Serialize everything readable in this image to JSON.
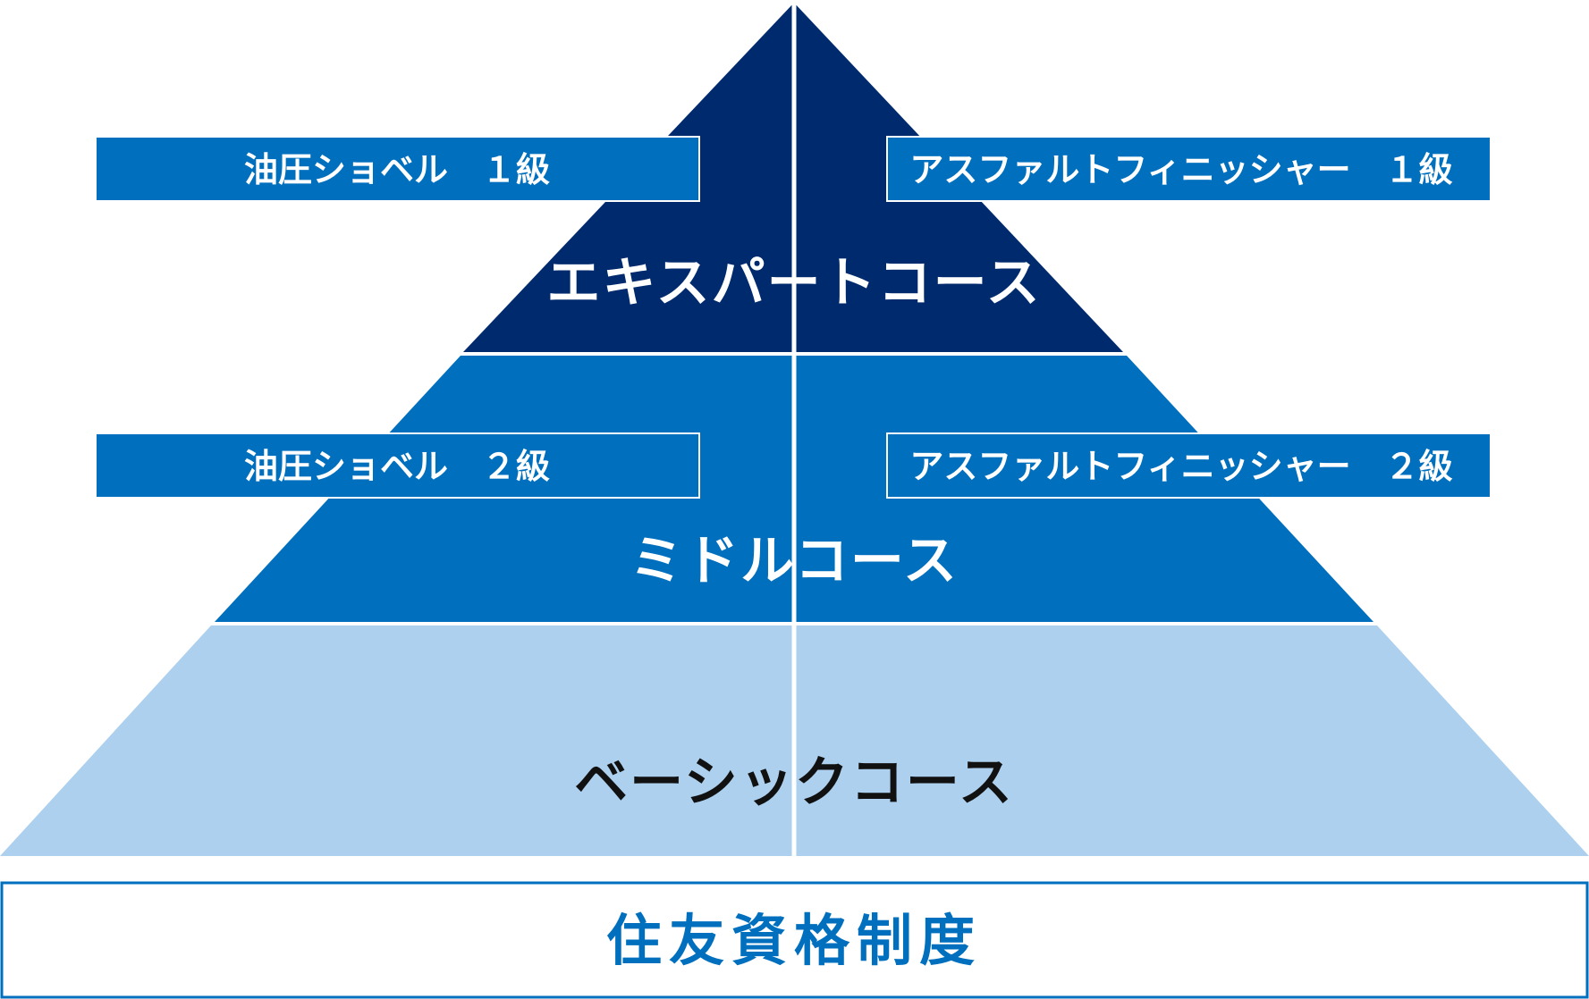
{
  "colors": {
    "expert": "#002a6e",
    "middle": "#006fbd",
    "basic": "#add0ee",
    "badge": "#006fbd",
    "badge_border": "#ffffff",
    "base_border": "#006fbd",
    "base_text": "#006fbd",
    "divider": "#ffffff",
    "label_light": "#ffffff",
    "label_dark": "#111111"
  },
  "tiers": {
    "expert": {
      "label": "エキスパートコース"
    },
    "middle": {
      "label": "ミドルコース"
    },
    "basic": {
      "label": "ベーシックコース"
    }
  },
  "certifications": {
    "left_level1": "油圧ショベル　１級",
    "right_level1": "アスファルトフィニッシャー　１級",
    "left_level2": "油圧ショベル　２級",
    "right_level2": "アスファルトフィニッシャー　２級"
  },
  "base": {
    "label": "住友資格制度"
  }
}
